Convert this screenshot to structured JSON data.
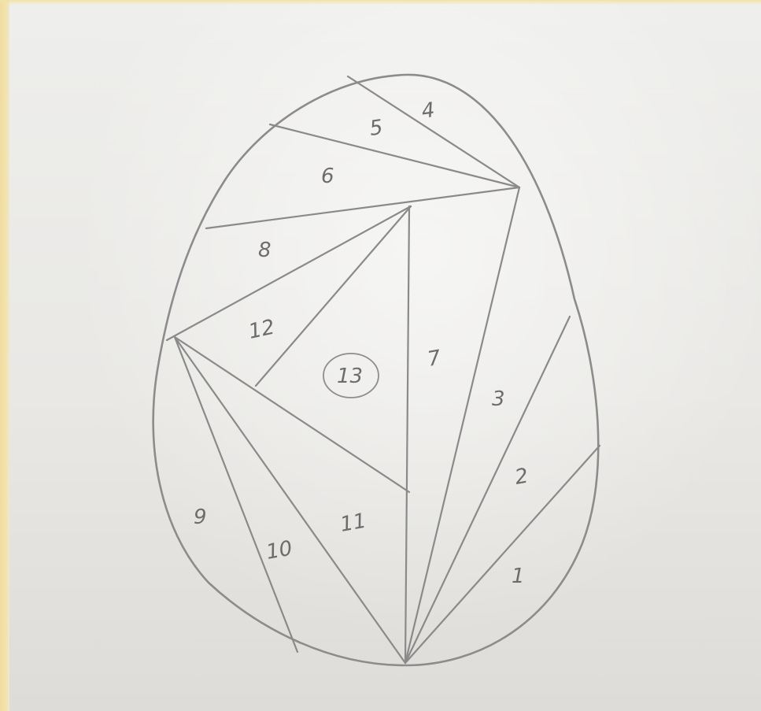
{
  "sections": [
    {
      "id": "s1",
      "label": "1"
    },
    {
      "id": "s2",
      "label": "2"
    },
    {
      "id": "s3",
      "label": "3"
    },
    {
      "id": "s4",
      "label": "4"
    },
    {
      "id": "s5",
      "label": "5"
    },
    {
      "id": "s6",
      "label": "6"
    },
    {
      "id": "s7",
      "label": "7"
    },
    {
      "id": "s8",
      "label": "8"
    },
    {
      "id": "s9",
      "label": "9"
    },
    {
      "id": "s10",
      "label": "10"
    },
    {
      "id": "s11",
      "label": "11"
    },
    {
      "id": "s12",
      "label": "12"
    },
    {
      "id": "s13",
      "label": "13"
    }
  ],
  "colors": {
    "pencil": "#8a8a8a",
    "paper": "#e9e8e5",
    "background_edge": "#f3e6b8"
  }
}
